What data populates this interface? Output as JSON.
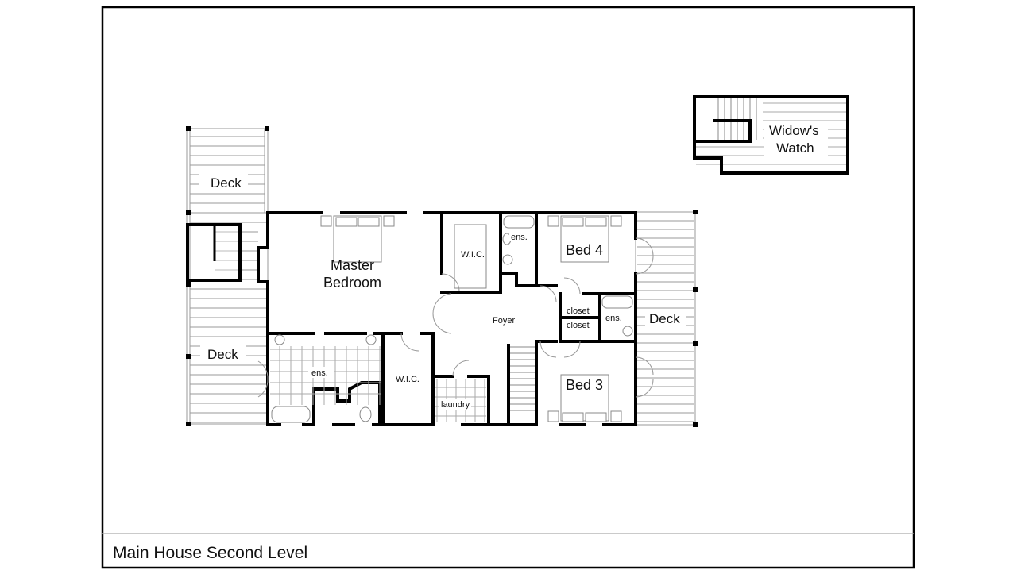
{
  "title_block": {
    "caption": "Main House Second Level"
  },
  "rooms": {
    "deck_upper_left": "Deck",
    "deck_lower_left": "Deck",
    "deck_right": "Deck",
    "master_bedroom_line1": "Master",
    "master_bedroom_line2": "Bedroom",
    "master_wic": "W.I.C.",
    "master_ensuite": "ens.",
    "second_wic": "W.I.C.",
    "laundry": "laundry",
    "foyer": "Foyer",
    "bed4": "Bed 4",
    "bed4_ensuite": "ens.",
    "closet_upper": "closet",
    "closet_lower": "closet",
    "bed3_ensuite": "ens.",
    "bed3": "Bed 3",
    "widows_watch_line1": "Widow's",
    "widows_watch_line2": "Watch"
  },
  "colors": {
    "wall": "#000000",
    "decking": "#9a9a9a",
    "fixture": "#888888",
    "background": "#ffffff"
  }
}
